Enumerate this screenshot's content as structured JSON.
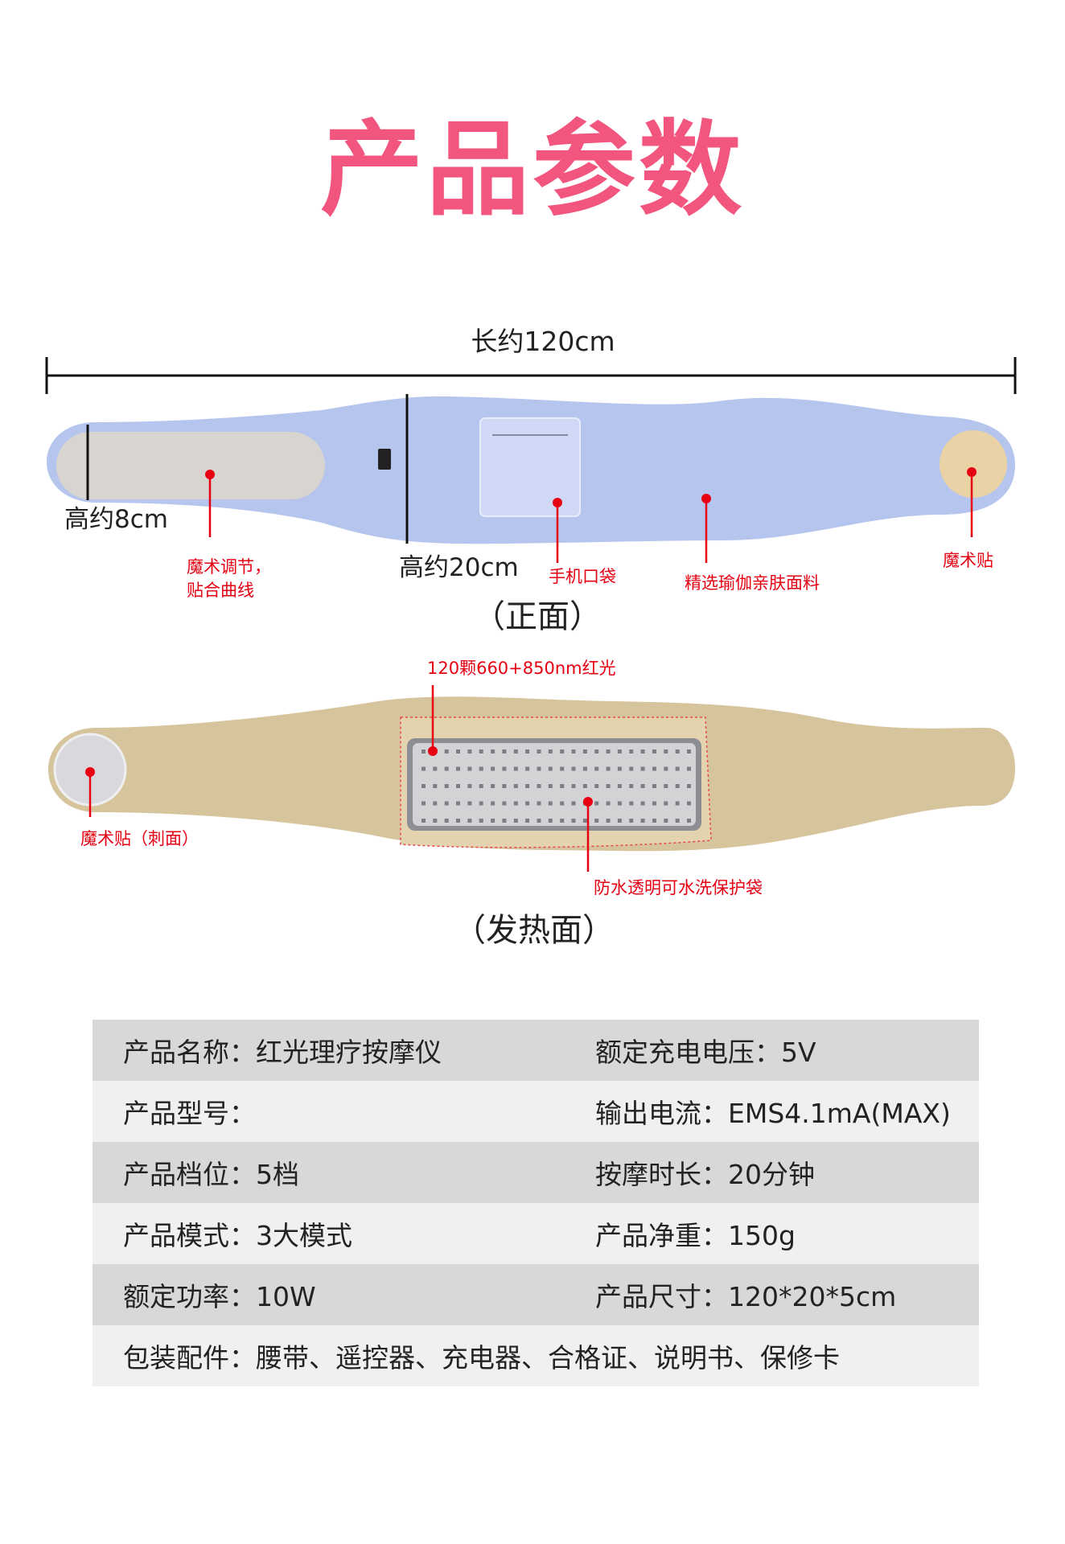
{
  "title": "产品参数",
  "front": {
    "length_label": "长约120cm",
    "height_small_label": "高约8cm",
    "height_large_label": "高约20cm",
    "callout_adjust_line1": "魔术调节，",
    "callout_adjust_line2": "贴合曲线",
    "callout_pocket": "手机口袋",
    "callout_fabric": "精选瑜伽亲肤面料",
    "callout_velcro": "魔术贴",
    "view_caption": "（正面）"
  },
  "back": {
    "callout_light": "120颗660+850nm红光",
    "callout_velcro_hook": "魔术贴（刺面）",
    "callout_bag": "防水透明可水洗保护袋",
    "view_caption": "（发热面）"
  },
  "colors": {
    "title": "#f2557e",
    "front_belt": "#b5c5ee",
    "back_belt": "#d6c49c",
    "callout": "#e60012"
  },
  "specs": [
    {
      "left": "产品名称：红光理疗按摩仪",
      "right": "额定充电电压：5V"
    },
    {
      "left": "产品型号：",
      "right": "输出电流：EMS4.1mA(MAX)"
    },
    {
      "left": "产品档位：5档",
      "right": "按摩时长：20分钟"
    },
    {
      "left": "产品模式：3大模式",
      "right": "产品净重：150g"
    },
    {
      "left": "额定功率：10W",
      "right": "产品尺寸：120*20*5cm"
    },
    {
      "left": "包装配件：腰带、遥控器、充电器、合格证、说明书、保修卡",
      "right": ""
    }
  ]
}
